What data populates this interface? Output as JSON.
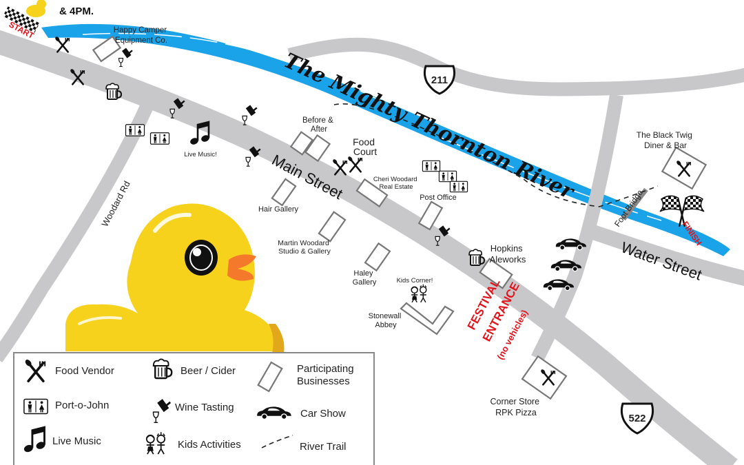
{
  "start_label": "START",
  "finish_label": "FINISH",
  "race_times": "& 4PM.",
  "river_name": "The Mighty Thornton River",
  "roads": {
    "main": "Main Street",
    "water": "Water Street",
    "woodard": "Woodard Rd",
    "foot_bridge": "Foot Bridge",
    "route_211": "211",
    "route_522": "522"
  },
  "places": {
    "happy_camper": [
      "Happy Camper",
      "Equipment Co."
    ],
    "before_after": [
      "Before &",
      "After"
    ],
    "food_court": [
      "Food",
      "Court"
    ],
    "cheri": [
      "Cheri Woodard",
      "Real Estate"
    ],
    "post_office": "Post Office",
    "hair_gallery": "Hair Gallery",
    "martin": [
      "Martin Woodard",
      "Studio & Gallery"
    ],
    "haley": [
      "Haley",
      "Gallery"
    ],
    "kids_corner": "Kids Corner!",
    "stonewall": [
      "Stonewall",
      "Abbey"
    ],
    "hopkins": [
      "Hopkins",
      "Aleworks"
    ],
    "black_twig": [
      "The Black Twig",
      "Diner & Bar"
    ],
    "corner_store": [
      "Corner Store",
      "RPK Pizza"
    ],
    "live_music": "Live Music!"
  },
  "festival_entrance": [
    "FESTIVAL",
    "ENTRANCE",
    "(no vehicles)"
  ],
  "legend": {
    "food_vendor": "Food Vendor",
    "beer_cider": "Beer / Cider",
    "businesses": [
      "Participating",
      "Businesses"
    ],
    "port_o_john": "Port-o-John",
    "wine_tasting": "Wine Tasting",
    "car_show": "Car Show",
    "live_music": "Live Music",
    "kids_activities": "Kids Activities",
    "river_trail": "River Trail"
  },
  "colors": {
    "river": "#1aa3e8",
    "road": "#c8c8ca",
    "duck": "#f7d21c",
    "duck_beak": "#f4792a",
    "festival": "#e3141c"
  }
}
